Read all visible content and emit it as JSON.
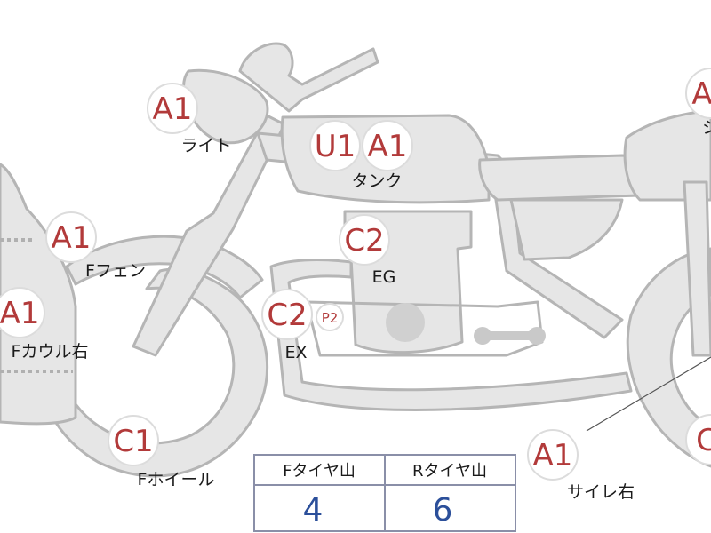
{
  "colors": {
    "bike_fill": "#e6e6e6",
    "bike_stroke": "#b5b5b5",
    "badge_text": "#b23a3a",
    "badge_ring": "#dcdcdc",
    "label_text": "#1a1a1a",
    "table_border": "#8a8fa8",
    "table_value": "#2b4f9a"
  },
  "badges": [
    {
      "id": "light",
      "code": "A1"
    },
    {
      "id": "tank-u",
      "code": "U1"
    },
    {
      "id": "tank-a",
      "code": "A1"
    },
    {
      "id": "seat",
      "code": "A"
    },
    {
      "id": "front-fender",
      "code": "A1"
    },
    {
      "id": "engine",
      "code": "C2"
    },
    {
      "id": "front-cowl",
      "code": "A1"
    },
    {
      "id": "exhaust",
      "code": "C2"
    },
    {
      "id": "exhaust-p",
      "code": "P2"
    },
    {
      "id": "front-wheel",
      "code": "C1"
    },
    {
      "id": "silencer",
      "code": "A1"
    },
    {
      "id": "rear-wheel",
      "code": "C"
    }
  ],
  "labels": [
    {
      "id": "light",
      "text": "ライト"
    },
    {
      "id": "tank",
      "text": "タンク"
    },
    {
      "id": "seat",
      "text": "シ"
    },
    {
      "id": "front-fender",
      "text": "Fフェン"
    },
    {
      "id": "engine",
      "text": "EG"
    },
    {
      "id": "front-cowl",
      "text": "Fカウル右"
    },
    {
      "id": "exhaust",
      "text": "EX"
    },
    {
      "id": "front-wheel",
      "text": "Fホイール"
    },
    {
      "id": "silencer",
      "text": "サイレ右"
    }
  ],
  "tire_table": {
    "headers": [
      "Fタイヤ山",
      "Rタイヤ山"
    ],
    "values": [
      "4",
      "6"
    ]
  }
}
